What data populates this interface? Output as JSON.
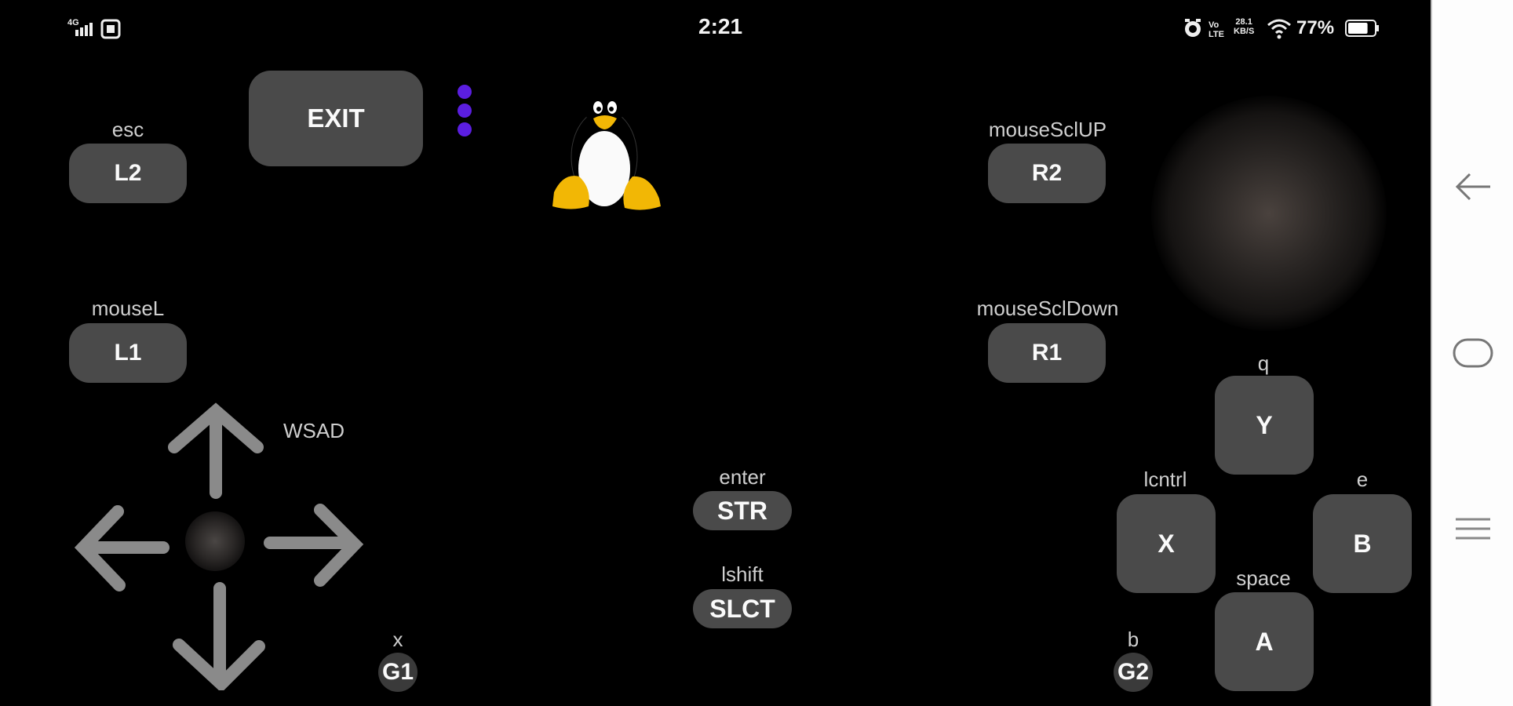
{
  "status_bar": {
    "left_icons": [
      "4g-signal-icon",
      "notification-app-icon"
    ],
    "network_label": "4G",
    "time": "2:21",
    "right_icons": [
      "alarm-icon",
      "volte-icon",
      "data-speed-icon",
      "wifi-icon"
    ],
    "data_speed": "28.1",
    "battery_percent": "77%",
    "battery_level": 0.77
  },
  "controls": {
    "exit": {
      "label": "EXIT"
    },
    "menu_dots_color": "#5b1ee0",
    "l2": {
      "label": "L2",
      "mapping": "esc"
    },
    "l1": {
      "label": "L1",
      "mapping": "mouseL"
    },
    "r2": {
      "label": "R2",
      "mapping": "mouseSclUP"
    },
    "r1": {
      "label": "R1",
      "mapping": "mouseSclDown"
    },
    "dpad": {
      "mapping": "WSAD"
    },
    "start": {
      "label": "STR",
      "mapping": "enter"
    },
    "select": {
      "label": "SLCT",
      "mapping": "lshift"
    },
    "g1": {
      "label": "G1",
      "mapping": "x"
    },
    "g2": {
      "label": "G2",
      "mapping": "b"
    },
    "y": {
      "label": "Y",
      "mapping": "q"
    },
    "x": {
      "label": "X",
      "mapping": "lcntrl"
    },
    "b": {
      "label": "B",
      "mapping": "e"
    },
    "a": {
      "label": "A",
      "mapping": "space"
    }
  },
  "logo": "tux-penguin",
  "nav_bar": {
    "buttons": [
      "back",
      "home",
      "recents"
    ]
  },
  "colors": {
    "button_bg": "#4a4a4a",
    "caption": "#cfcfcf",
    "accent": "#5b1ee0",
    "tux_yellow": "#f2b705"
  }
}
